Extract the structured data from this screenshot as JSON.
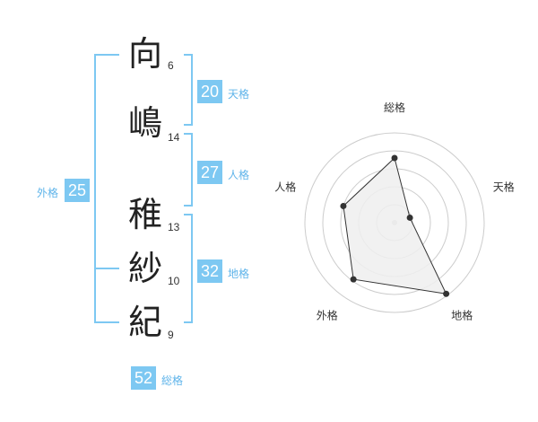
{
  "name": {
    "characters": [
      {
        "char": "向",
        "strokes": "6"
      },
      {
        "char": "嶋",
        "strokes": "14"
      },
      {
        "char": "稚",
        "strokes": "13"
      },
      {
        "char": "紗",
        "strokes": "10"
      },
      {
        "char": "紀",
        "strokes": "9"
      }
    ]
  },
  "kakusu": {
    "tenkaku": {
      "value": "20",
      "label": "天格"
    },
    "jinkaku": {
      "value": "27",
      "label": "人格"
    },
    "chikaku": {
      "value": "32",
      "label": "地格"
    },
    "gaikaku": {
      "value": "25",
      "label": "外格"
    },
    "soukaku": {
      "value": "52",
      "label": "総格"
    }
  },
  "colors": {
    "accent": "#7dc8f2",
    "accent_text": "#5fb4ea",
    "radar_fill": "#eeeeee",
    "radar_line": "#333333",
    "ring": "#cccccc"
  },
  "chart_data": {
    "type": "radar",
    "axes": [
      "総格",
      "天格",
      "地格",
      "外格",
      "人格"
    ],
    "values": [
      0.72,
      0.18,
      0.98,
      0.78,
      0.6
    ],
    "rings": 5,
    "range": [
      0,
      1
    ]
  }
}
